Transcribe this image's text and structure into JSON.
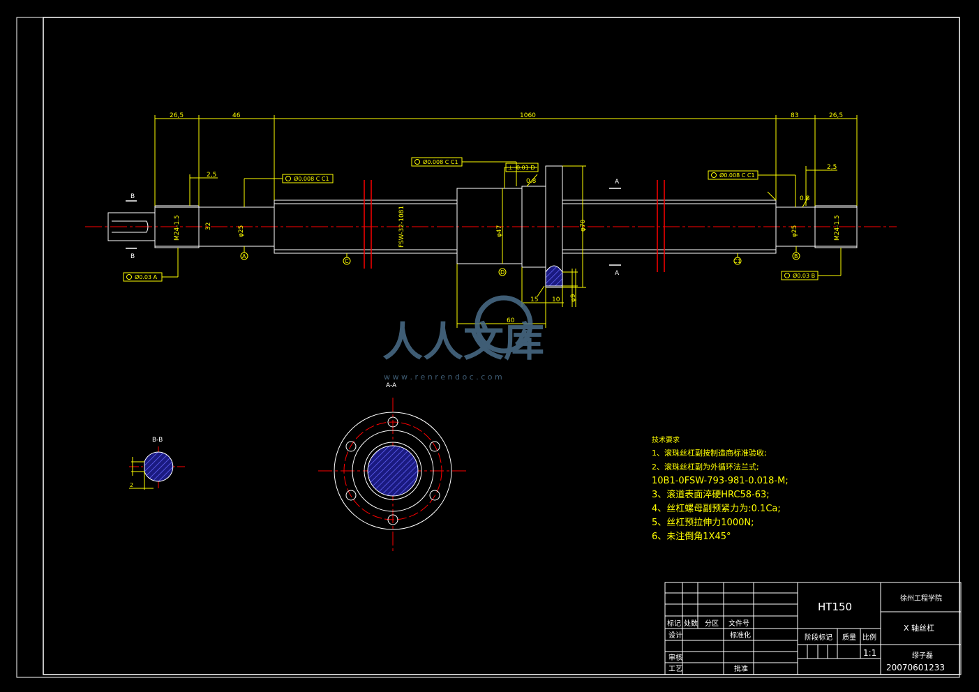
{
  "dims": {
    "d_26_5_left": "26,5",
    "d_46": "46",
    "d_1060": "1060",
    "d_83": "83",
    "d_26_5_right": "26,5",
    "d_2_5_left": "2,5",
    "d_2_5_right": "2,5",
    "d_15": "15",
    "d_10": "10",
    "d_60": "60",
    "d_phi9": "φ9",
    "d_b": "0.8",
    "d_2": "2",
    "thread_left": "M24-1.5",
    "thread_right": "M24-1.5",
    "d_32": "32",
    "d_25": "φ25",
    "d_25r": "φ25",
    "d_47": "φ47",
    "d_70": "φ70",
    "screw_code": "FSW-32-1081"
  },
  "tolerances": {
    "tol_left": "Ø0.008 C C1",
    "tol_mid": "Ø0.008 C C1",
    "tol_perp": "0.01 D",
    "tol_right": "Ø0.008 C C1",
    "tol_bl": "Ø0.03 A",
    "tol_br": "Ø0.03 B"
  },
  "datums": {
    "a": "A",
    "b": "B",
    "c": "C",
    "c1": "C1",
    "d": "D"
  },
  "section_marks": {
    "b_top": "B",
    "b_bot": "B",
    "a_top": "A",
    "a_bot": "A"
  },
  "section_titles": {
    "aa": "A-A",
    "bb": "B-B"
  },
  "watermark": {
    "cn": "人人文库",
    "url": "w w w . r e n r e n d o c . c o m"
  },
  "notes": {
    "title": "技术要求",
    "lines": [
      "1、滚珠丝杠副按制造商标准验收;",
      "2、滚珠丝杠副为外循环法兰式;",
      "10B1-0FSW-793-981-0.018-M;",
      "3、滚道表面淬硬HRC58-63;",
      "4、丝杠螺母副预紧力为:0.1Ca;",
      "5、丝杠预拉伸力1000N;",
      "6、未注倒角1X45°"
    ]
  },
  "titleblock": {
    "material": "HT150",
    "school": "徐州工程学院",
    "part": "X 轴丝杠",
    "hdr_biaoji": "标记",
    "hdr_chushu": "处数",
    "hdr_fenqu": "分区",
    "hdr_wenjian": "文件号",
    "sheji": "设计",
    "biaozhunhua": "标准化",
    "jieduan": "阶段标记",
    "zhiliang": "质量",
    "bili": "比例",
    "scale": "1:1",
    "shenhe": "审核",
    "gongyi": "工艺",
    "pizhun": "批准",
    "author": "缪子磊",
    "number": "20070601233"
  },
  "colors": {
    "frame": "#ffffff",
    "dim": "#ffff00",
    "center": "#ff0000",
    "hatch": "#3333cc"
  }
}
